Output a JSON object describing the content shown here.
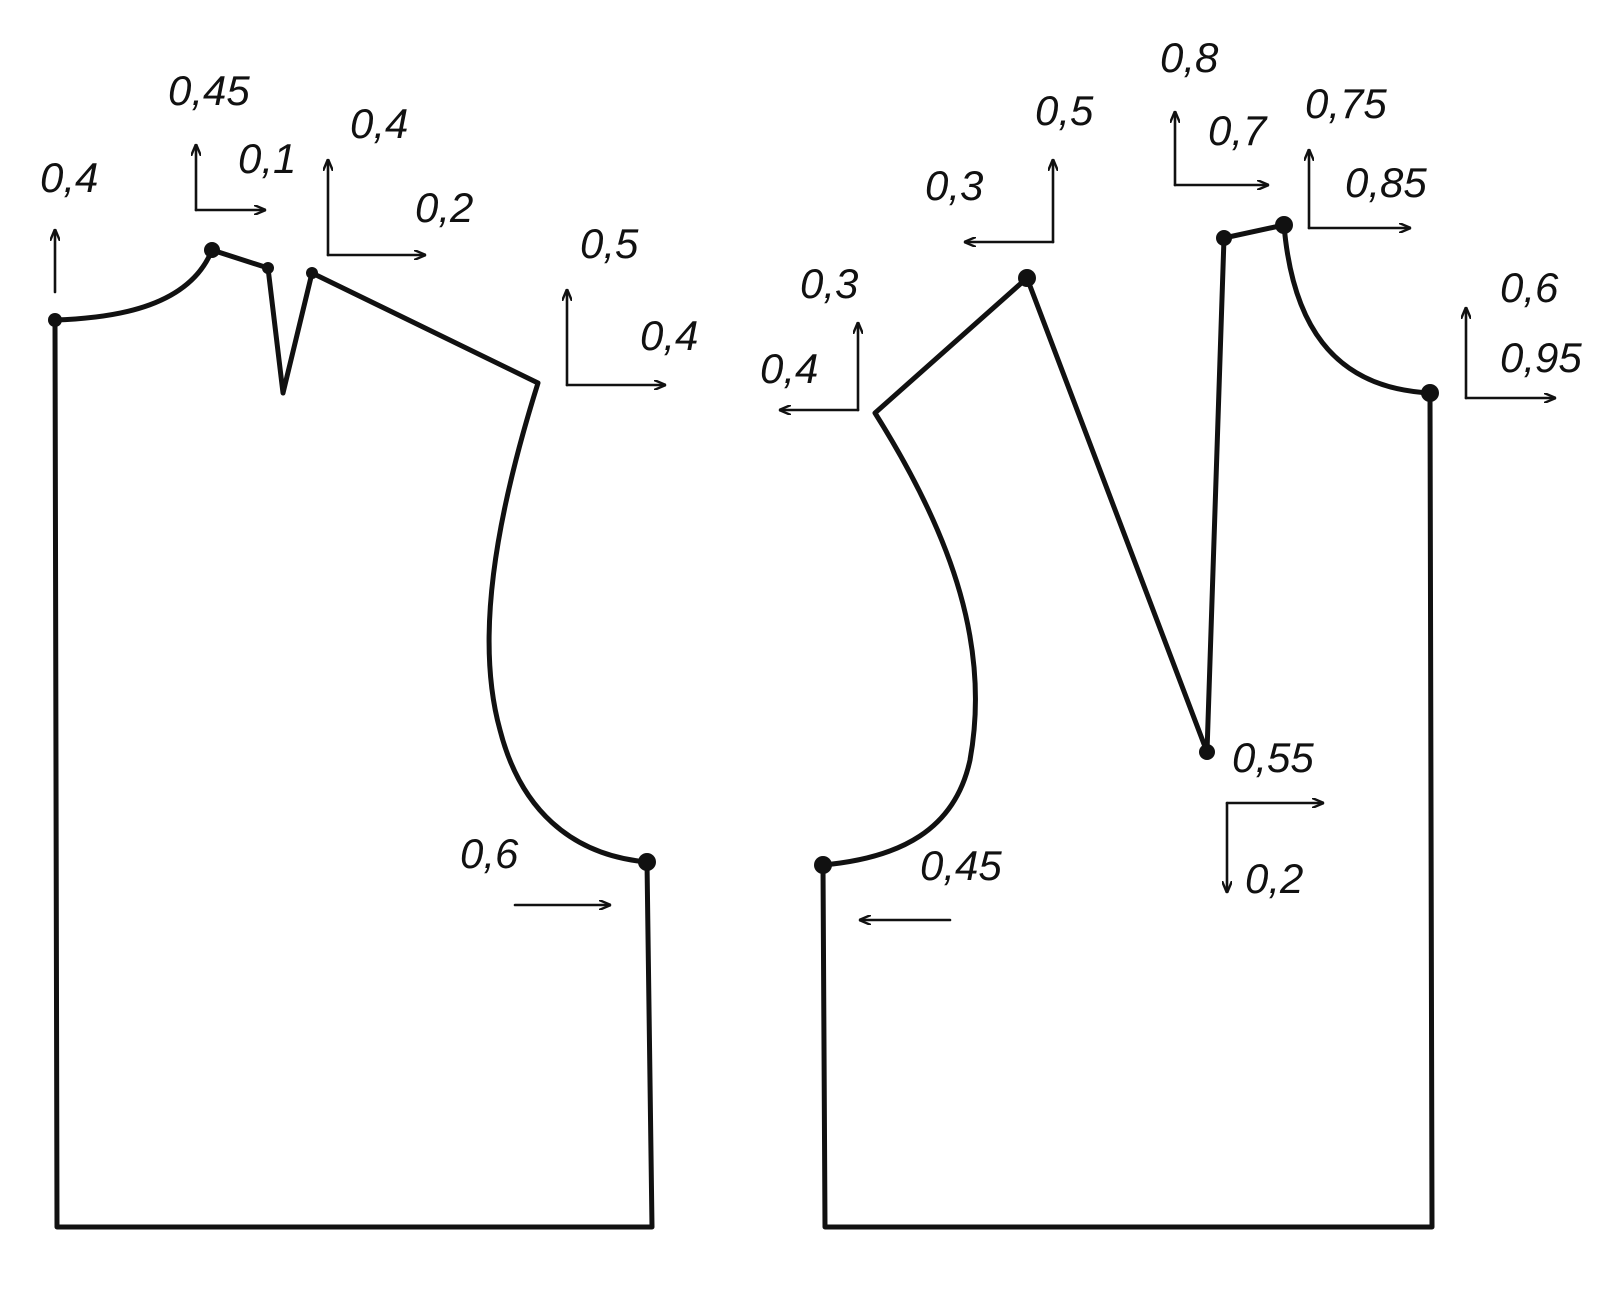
{
  "diagram": {
    "back_piece": {
      "center_back_neck": "0,4",
      "shoulder_dart_left_up": "0,45",
      "shoulder_dart_left_right": "0,1",
      "shoulder_dart_right_up": "0,4",
      "shoulder_dart_right_right": "0,2",
      "shoulder_tip_up": "0,5",
      "shoulder_tip_right": "0,4",
      "underarm_right": "0,6"
    },
    "front_piece": {
      "armhole_top_up": "0,3",
      "armhole_top_left": "0,4",
      "shoulder_up": "0,5",
      "shoulder_left": "0,3",
      "dart_left_up": "0,8",
      "dart_left_right": "0,7",
      "dart_right_up": "0,75",
      "dart_right_right": "0,85",
      "center_front_neck_up": "0,6",
      "center_front_neck_right": "0,95",
      "dart_point_right": "0,55",
      "dart_point_down": "0,2",
      "underarm_left": "0,45"
    },
    "colors": {
      "line": "#111111",
      "background": "#ffffff"
    }
  }
}
